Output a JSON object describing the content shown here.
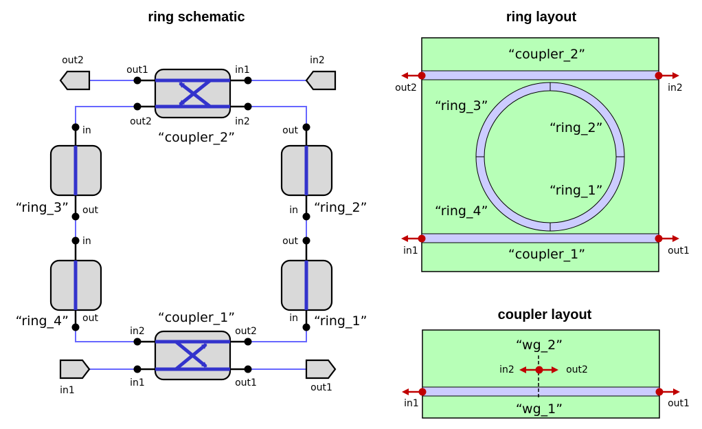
{
  "schematic": {
    "title": "ring schematic",
    "coupler_2": {
      "name": "“coupler_2”",
      "ports": {
        "top_left": "out1",
        "bottom_left": "out2",
        "top_right": "in1",
        "bottom_right": "in2"
      }
    },
    "coupler_1": {
      "name": "“coupler_1”",
      "ports": {
        "top_left": "in2",
        "bottom_left": "in1",
        "top_right": "out2",
        "bottom_right": "out1"
      }
    },
    "rings": [
      {
        "name": "“ring_3”",
        "top_port": "in",
        "bottom_port": "out"
      },
      {
        "name": "“ring_4”",
        "top_port": "in",
        "bottom_port": "out"
      },
      {
        "name": "“ring_2”",
        "top_port": "out",
        "bottom_port": "in"
      },
      {
        "name": "“ring_1”",
        "top_port": "out",
        "bottom_port": "in"
      }
    ],
    "external_ports": {
      "out2": "out2",
      "in2": "in2",
      "in1": "in1",
      "out1": "out1"
    }
  },
  "ring_layout": {
    "title": "ring layout",
    "coupler_2": "“coupler_2”",
    "coupler_1": "“coupler_1”",
    "ring_labels": {
      "ring_1": "“ring_1”",
      "ring_2": "“ring_2”",
      "ring_3": "“ring_3”",
      "ring_4": "“ring_4”"
    },
    "ports": {
      "top_left": "out2",
      "top_right": "in2",
      "bottom_left": "in1",
      "bottom_right": "out1"
    }
  },
  "coupler_layout": {
    "title": "coupler layout",
    "wg_2": "“wg_2”",
    "wg_1": "“wg_1”",
    "ports": {
      "in2": "in2",
      "out2": "out2",
      "in1": "in1",
      "out1": "out1"
    }
  },
  "colors": {
    "waveguide_blue": "#3333cc",
    "wire_blue": "#6666ff",
    "layout_green": "#b7ffb7",
    "layout_wg": "#ccccff",
    "port_red": "#c00000",
    "block_gray": "#d9d9d9"
  }
}
